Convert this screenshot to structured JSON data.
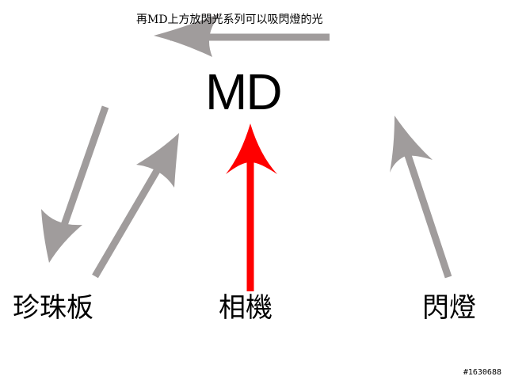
{
  "diagram": {
    "caption": "再MD上方放閃光系列可以吸閃燈的光",
    "center_label": "MD",
    "nodes": {
      "pearl_board": "珍珠板",
      "camera": "相機",
      "flash": "閃燈"
    },
    "watermark": "#1630688"
  },
  "colors": {
    "gray_arrow": "#a09c9c",
    "red_arrow": "#ff0000",
    "text": "#000000",
    "background": "#ffffff"
  }
}
